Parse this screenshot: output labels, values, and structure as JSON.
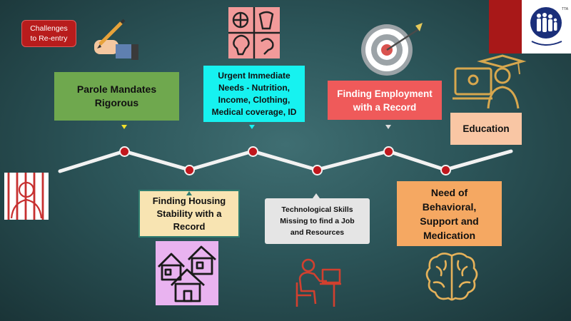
{
  "slide": {
    "tag": "Challenges\nto Re-entry",
    "logo_text": "TTA"
  },
  "steps": [
    {
      "label": "Parole Mandates\nRigorous",
      "color": "#6fa84e",
      "text_color": "#111111",
      "icon": "pen-hand-icon"
    },
    {
      "label": "Finding Housing\nStability with a\nRecord",
      "color": "#f8e4b2",
      "text_color": "#111111",
      "icon": "houses-icon"
    },
    {
      "label": "Urgent Immediate\nNeeds - Nutrition,\nIncome, Clothing,\nMedical coverage, ID",
      "color": "#16f2f0",
      "text_color": "#111111",
      "icon": "food-icon"
    },
    {
      "label": "Technological Skills\nMissing to find a Job\nand Resources",
      "color": "#e5e5e5",
      "text_color": "#111111",
      "icon": "computer-user-icon"
    },
    {
      "label": "Finding Employment\nwith a Record",
      "color": "#ef5a5a",
      "text_color": "#ffffff",
      "icon": "target-icon"
    },
    {
      "label": "Need of\nBehavioral,\nSupport and\nMedication",
      "color": "#f5a862",
      "text_color": "#111111",
      "icon": "brain-icon"
    },
    {
      "label": "Education",
      "color": "#f9c6a4",
      "text_color": "#111111",
      "icon": "graduate-icon"
    }
  ],
  "accent": {
    "node": "#c0171d",
    "line": "#f2f2f2",
    "red_block": "#a81818"
  }
}
